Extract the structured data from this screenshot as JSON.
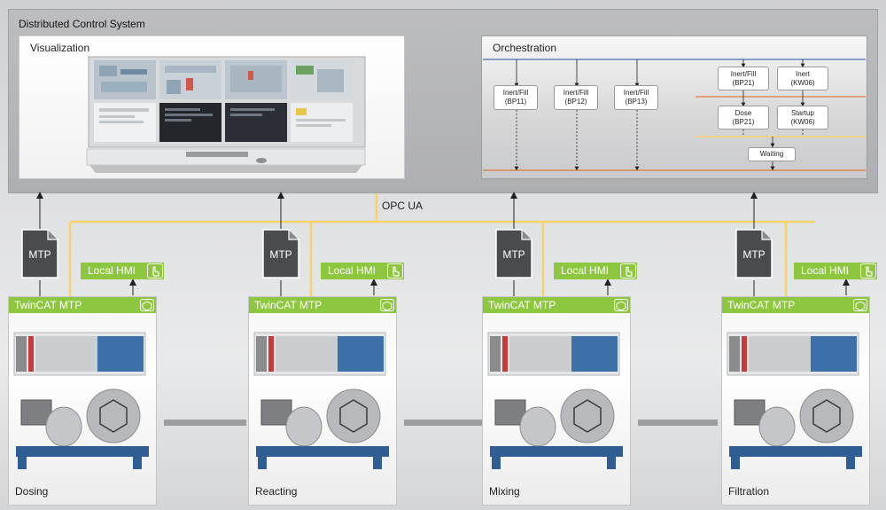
{
  "dcs": {
    "title": "Distributed Control System"
  },
  "visualization": {
    "title": "Visualization"
  },
  "orchestration": {
    "title": "Orchestration",
    "steps": [
      {
        "line1": "Inert/Fill",
        "line2": "(BP11)"
      },
      {
        "line1": "Inert/Fill",
        "line2": "(BP12)"
      },
      {
        "line1": "Inert/Fill",
        "line2": "(BP13)"
      },
      {
        "line1": "Inert/Fill",
        "line2": "(BP21)"
      },
      {
        "line1": "Inert",
        "line2": "(KW06)"
      },
      {
        "line1": "Dose",
        "line2": "(BP21)"
      },
      {
        "line1": "Startup",
        "line2": "(KW06)"
      },
      {
        "line1": "Waiting",
        "line2": ""
      }
    ]
  },
  "network": {
    "label": "OPC UA"
  },
  "modules": [
    {
      "name": "Dosing",
      "mtp_label": "MTP",
      "hmi_label": "Local HMI",
      "twincat_label": "TwinCAT MTP",
      "icon_text": "MTP"
    },
    {
      "name": "Reacting",
      "mtp_label": "MTP",
      "hmi_label": "Local HMI",
      "twincat_label": "TwinCAT MTP",
      "icon_text": "MTP"
    },
    {
      "name": "Mixing",
      "mtp_label": "MTP",
      "hmi_label": "Local HMI",
      "twincat_label": "TwinCAT MTP",
      "icon_text": "MTP"
    },
    {
      "name": "Filtration",
      "mtp_label": "MTP",
      "hmi_label": "Local HMI",
      "twincat_label": "TwinCAT MTP",
      "icon_text": "MTP"
    }
  ],
  "colors": {
    "green": "#8dc63f",
    "opc_line": "#f5d36a",
    "blue_line": "#4a6fb5",
    "orange_line": "#e07a3c",
    "yellow_line": "#f2d36b",
    "arrow": "#222222"
  }
}
